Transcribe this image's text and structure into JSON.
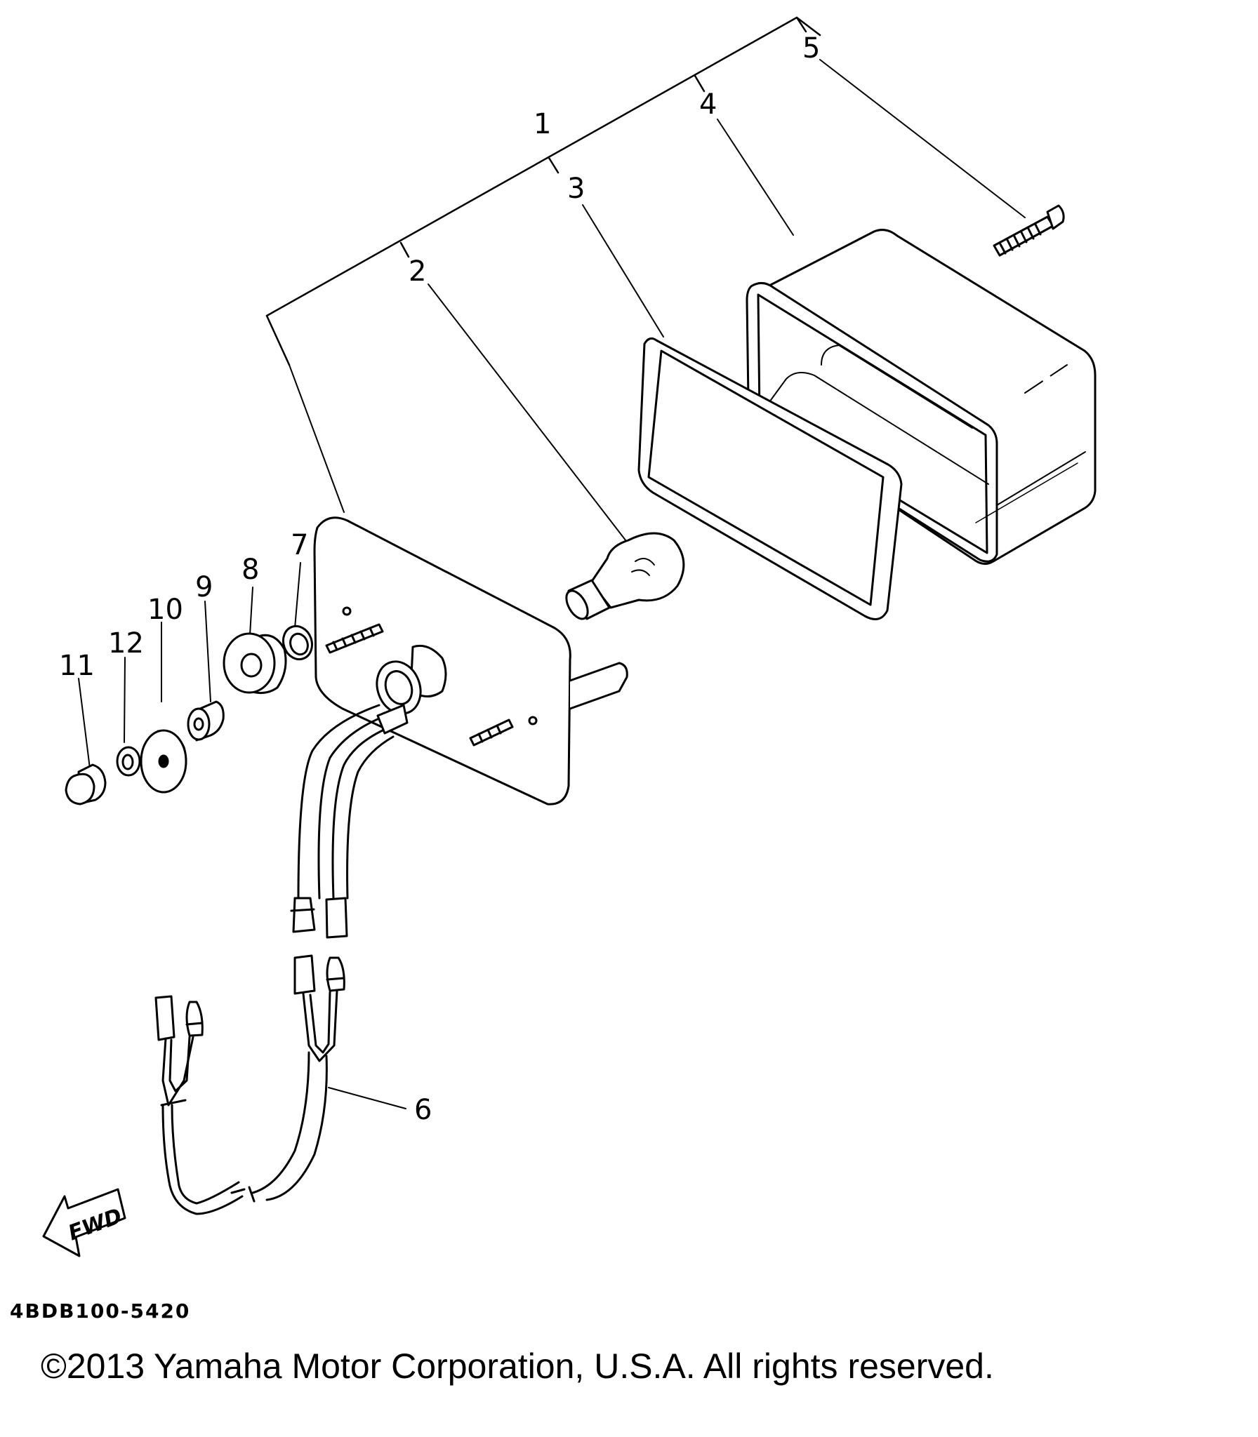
{
  "callouts": [
    "1",
    "2",
    "3",
    "4",
    "5",
    "6",
    "7",
    "8",
    "9",
    "10",
    "11",
    "12"
  ],
  "direction_label": "FWD",
  "drawing_code": "4BDB100-5420",
  "copyright": "©2013 Yamaha Motor Corporation, U.S.A. All rights reserved."
}
